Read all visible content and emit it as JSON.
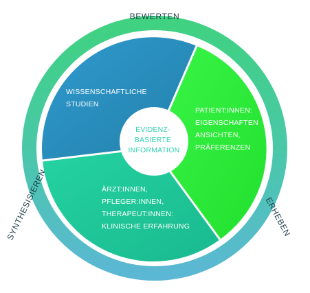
{
  "ring": {
    "top": "BEWERTEN",
    "left": "SYNTHESISIEREN",
    "right": "ERHEBEN"
  },
  "center": [
    "EVIDENZ-",
    "BASIERTE",
    "INFORMATION"
  ],
  "segments": {
    "studies": [
      "WISSENSCHAFTLICHE",
      "STUDIEN"
    ],
    "patients": [
      "PATIENT:INNEN:",
      "EIGENSCHAFTEN",
      "ANSICHTEN,",
      "PRÄFERENZEN"
    ],
    "clinicians": [
      "ÄRZT:INNEN,",
      "PFLEGER:INNEN,",
      "THERAPEUT:INNEN:",
      "KLINISCHE ERFAHRUNG"
    ]
  },
  "colors": {
    "studies": "#2a8fbf",
    "patients": "#2ef23a",
    "clinicians": "#20c79a",
    "ring_top": "#3fd27f",
    "ring_bottom": "#5cb7d6",
    "center_text": "#2fd0b3"
  }
}
